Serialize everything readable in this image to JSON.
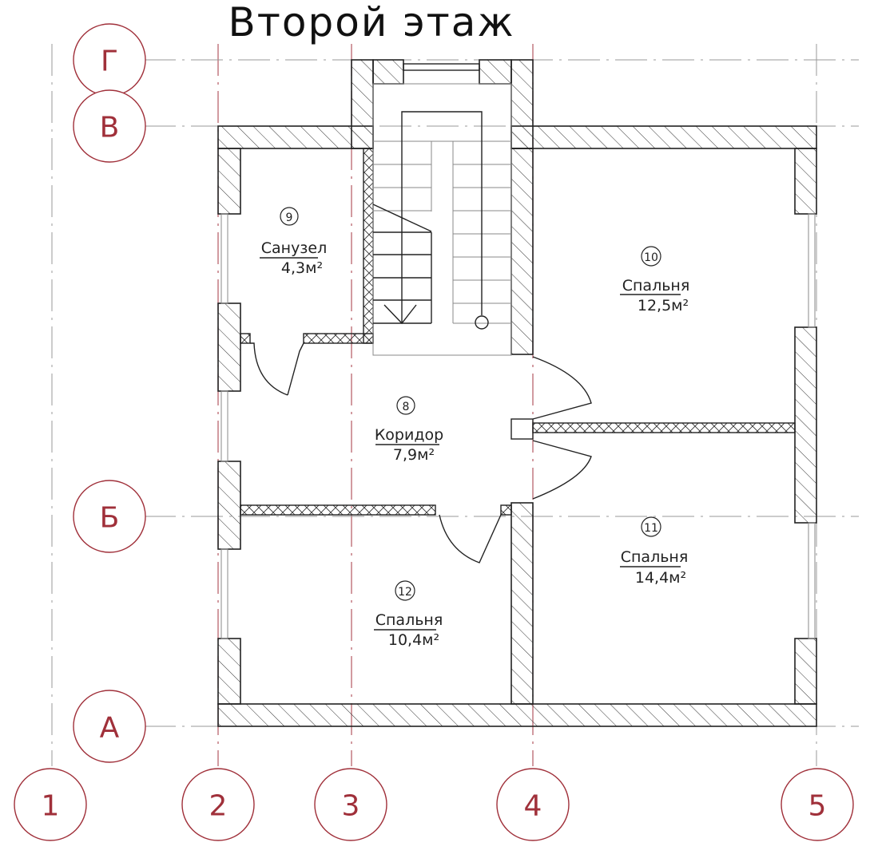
{
  "title": "Второй этаж",
  "axes": {
    "letters": [
      "Г",
      "В",
      "Б",
      "А"
    ],
    "numbers": [
      "1",
      "2",
      "3",
      "4",
      "5"
    ]
  },
  "rooms": [
    {
      "number": "9",
      "name": "Санузел",
      "area": "4,3м²"
    },
    {
      "number": "10",
      "name": "Спальня",
      "area": "12,5м²"
    },
    {
      "number": "8",
      "name": "Коридор",
      "area": "7,9м²"
    },
    {
      "number": "11",
      "name": "Спальня",
      "area": "14,4м²"
    },
    {
      "number": "12",
      "name": "Спальня",
      "area": "10,4м²"
    }
  ],
  "colors": {
    "axis": "#a0303a",
    "wall": "#222222"
  }
}
